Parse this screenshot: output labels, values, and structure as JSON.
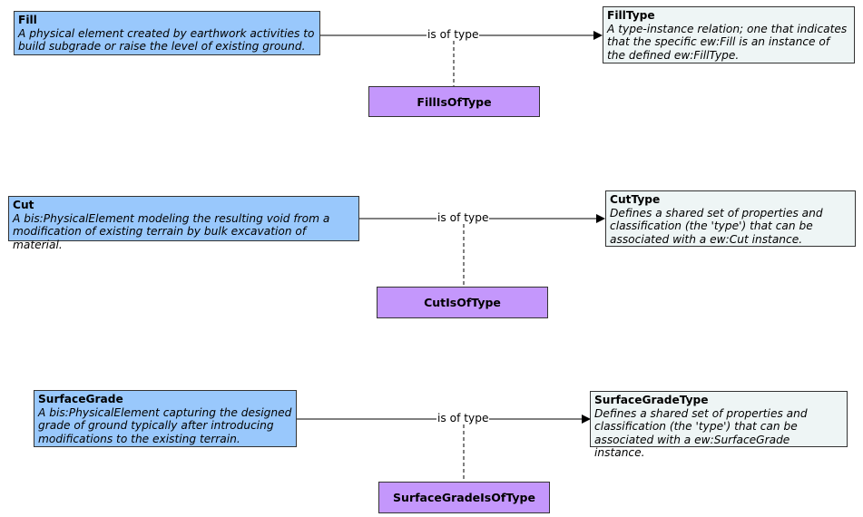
{
  "relations": [
    {
      "source": {
        "title": "Fill",
        "description": "A physical element created by earthwork activities to build subgrade or raise the level of existing ground."
      },
      "target": {
        "title": "FillType",
        "description": "A type-instance relation; one that indicates that the specific ew:Fill is an instance of the defined ew:FillType."
      },
      "edge_label": "is of type",
      "relationship_class": "FillIsOfType"
    },
    {
      "source": {
        "title": "Cut",
        "description": "A bis:PhysicalElement modeling the resulting void from a modification of existing terrain by bulk excavation of material."
      },
      "target": {
        "title": "CutType",
        "description": "Defines a shared set of properties and classification (the 'type') that can be associated with a ew:Cut instance."
      },
      "edge_label": "is of type",
      "relationship_class": "CutIsOfType"
    },
    {
      "source": {
        "title": "SurfaceGrade",
        "description": "A bis:PhysicalElement capturing the designed grade of ground typically after introducing modifications to the existing terrain."
      },
      "target": {
        "title": "SurfaceGradeType",
        "description": "Defines a shared set of properties and classification (the 'type') that can be associated with a ew:SurfaceGrade instance."
      },
      "edge_label": "is of type",
      "relationship_class": "SurfaceGradeIsOfType"
    }
  ],
  "colors": {
    "source_fill": "#99c8fc",
    "target_fill": "#eef5f5",
    "relationship_fill": "#c497fc",
    "line": "#000000"
  }
}
